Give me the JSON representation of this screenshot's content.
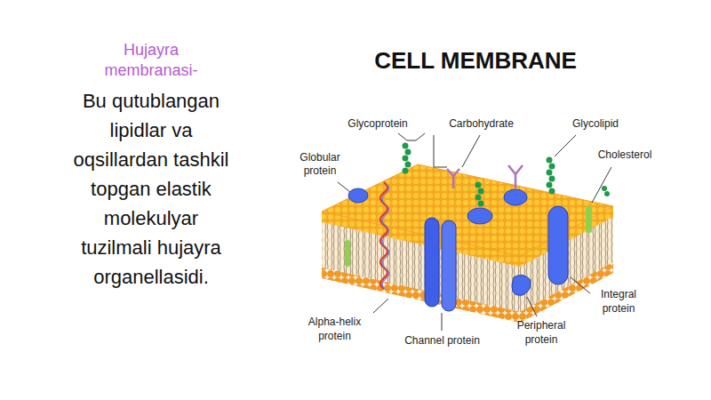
{
  "diagram": {
    "title": "CELL MEMBRANE",
    "labels": [
      "Hujayra membranasi-",
      "Bu qutublangan lipidlar va oqsillardan tashkil topgan elastik molekulyar tuzilmali hujayra organellasidi.",
      "Glycoprotein",
      "Carbohydrate",
      "Glycolipid",
      "Globular protein",
      "Cholesterol",
      "Alpha-helix protein",
      "Channel protein",
      "Peripheral protein",
      "Integral protein"
    ]
  }
}
